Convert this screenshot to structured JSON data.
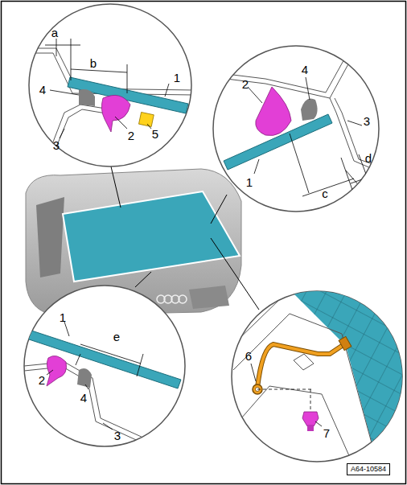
{
  "diagram": {
    "labels": [
      "a",
      "b",
      "1",
      "4",
      "2",
      "5",
      "3",
      "4",
      "2",
      "3",
      "1",
      "d",
      "c",
      "1",
      "e",
      "2",
      "4",
      "3",
      "6",
      "7",
      "A64-10584"
    ]
  }
}
